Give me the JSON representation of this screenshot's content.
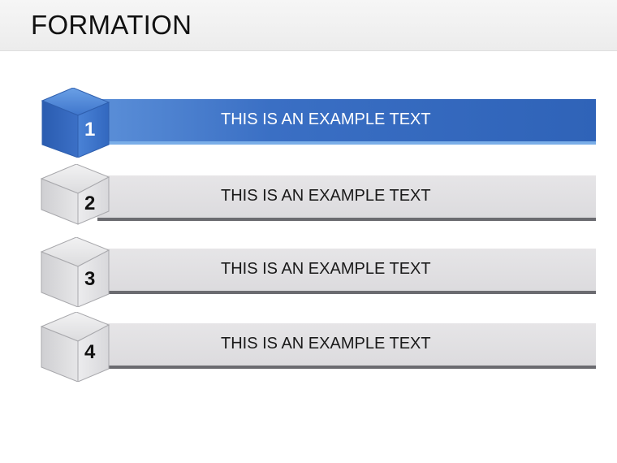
{
  "header": {
    "title": "FORMATION"
  },
  "colors": {
    "accent_blue": "#2f63b8",
    "bar_grey": "#e0dfe2",
    "bar_underline": "#6b6b70"
  },
  "steps": [
    {
      "number": "1",
      "text": "THIS IS AN EXAMPLE TEXT",
      "active": true
    },
    {
      "number": "2",
      "text": "THIS IS AN EXAMPLE TEXT",
      "active": false
    },
    {
      "number": "3",
      "text": "THIS IS AN EXAMPLE TEXT",
      "active": false
    },
    {
      "number": "4",
      "text": "THIS IS AN EXAMPLE TEXT",
      "active": false
    }
  ]
}
